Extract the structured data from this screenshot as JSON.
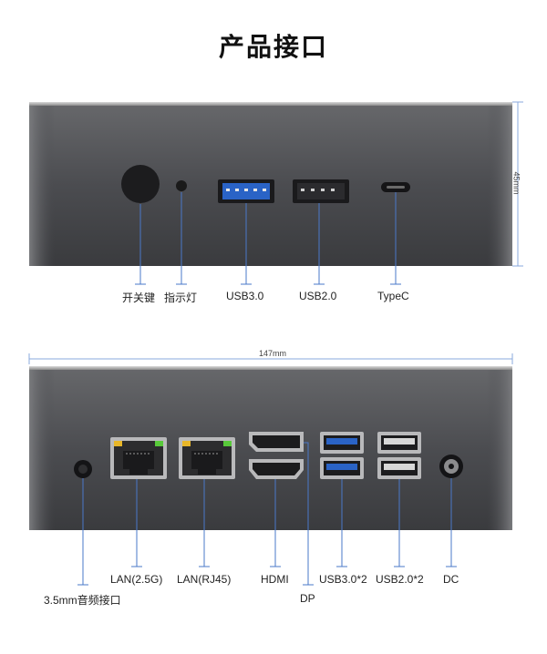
{
  "title": "产品接口",
  "front_panel": {
    "height_dimension": "45mm",
    "ports": [
      {
        "label": "开关键"
      },
      {
        "label": "指示灯"
      },
      {
        "label": "USB3.0"
      },
      {
        "label": "USB2.0"
      },
      {
        "label": "TypeC"
      }
    ]
  },
  "rear_panel": {
    "width_dimension": "147mm",
    "ports": [
      {
        "label": "3.5mm音频接口"
      },
      {
        "label": "LAN(2.5G)"
      },
      {
        "label": "LAN(RJ45)"
      },
      {
        "label": "HDMI"
      },
      {
        "label": "DP"
      },
      {
        "label": "USB3.0*2"
      },
      {
        "label": "USB2.0*2"
      },
      {
        "label": "DC"
      }
    ]
  },
  "colors": {
    "chassis_top": "#5b5b5b",
    "chassis_bottom": "#3c3d40",
    "callout_line": "#4a78c9",
    "usb3_blue": "#2a63c6",
    "led_green": "#58c93a",
    "led_amber": "#e8b628"
  },
  "icons": [
    "power-button-icon",
    "indicator-led-icon",
    "usb3-port-icon",
    "usb2-port-icon",
    "typec-port-icon",
    "audio-jack-icon",
    "rj45-port-icon",
    "hdmi-port-icon",
    "displayport-icon",
    "dc-jack-icon"
  ]
}
